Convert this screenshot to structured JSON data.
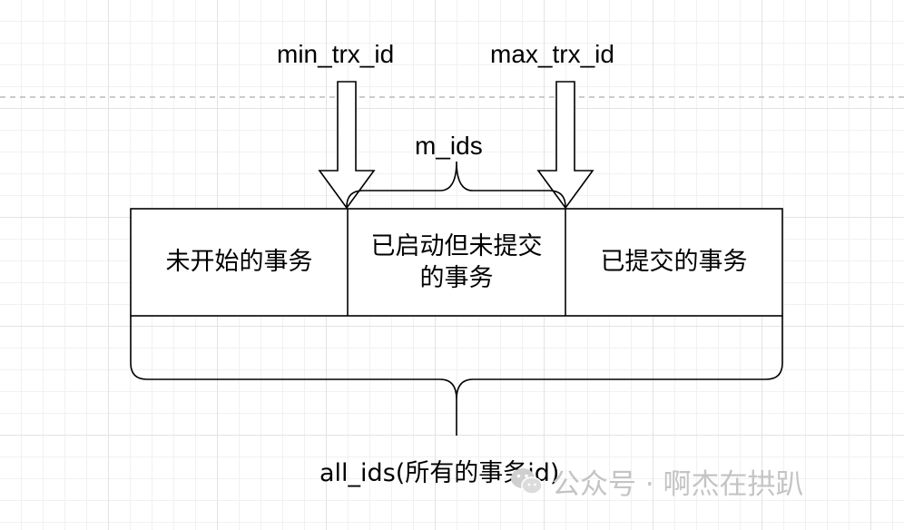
{
  "labels": {
    "min_trx_id": "min_trx_id",
    "max_trx_id": "max_trx_id",
    "m_ids": "m_ids",
    "all_ids": "all_ids(所有的事务id)"
  },
  "cells": {
    "not_started": "未开始的事务",
    "started_uncommitted_line1": "已启动但未提交",
    "started_uncommitted_line2": "的事务",
    "committed": "已提交的事务"
  },
  "watermark": {
    "text": "公众号 · 啊杰在拱趴",
    "icon": "wechat-logo-icon"
  },
  "colors": {
    "line": "#000000",
    "grid": "#e3e3e3",
    "dashed_line": "#bbbbbb",
    "watermark": "#c4c4c4"
  }
}
